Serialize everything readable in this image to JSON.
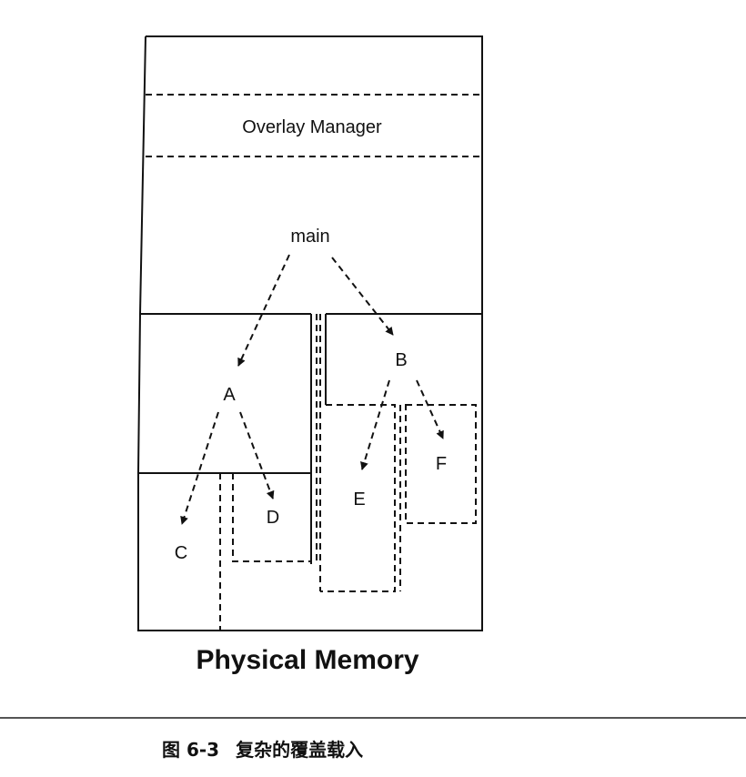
{
  "diagram": {
    "modules": {
      "overlay_manager": "Overlay Manager",
      "main": "main",
      "a": "A",
      "b": "B",
      "c": "C",
      "d": "D",
      "e": "E",
      "f": "F"
    },
    "title": "Physical Memory"
  },
  "caption": {
    "number": "图 6-3",
    "text": "复杂的覆盖载入"
  }
}
